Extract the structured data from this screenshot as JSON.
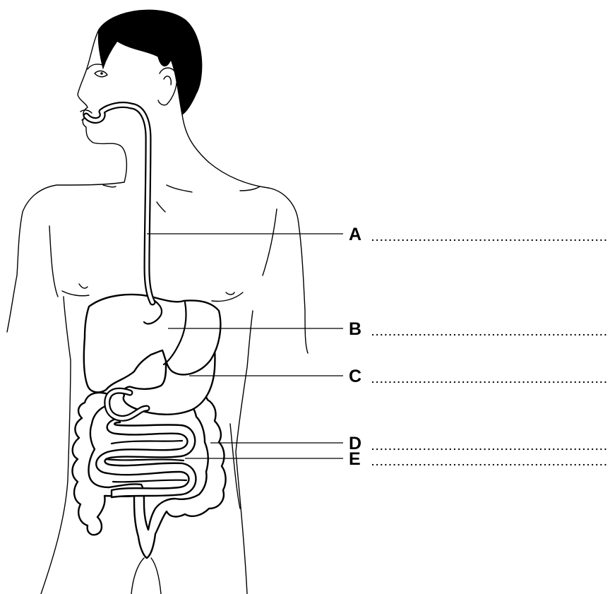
{
  "labels": [
    {
      "letter": "A"
    },
    {
      "letter": "B"
    },
    {
      "letter": "C"
    },
    {
      "letter": "D"
    },
    {
      "letter": "E"
    }
  ]
}
